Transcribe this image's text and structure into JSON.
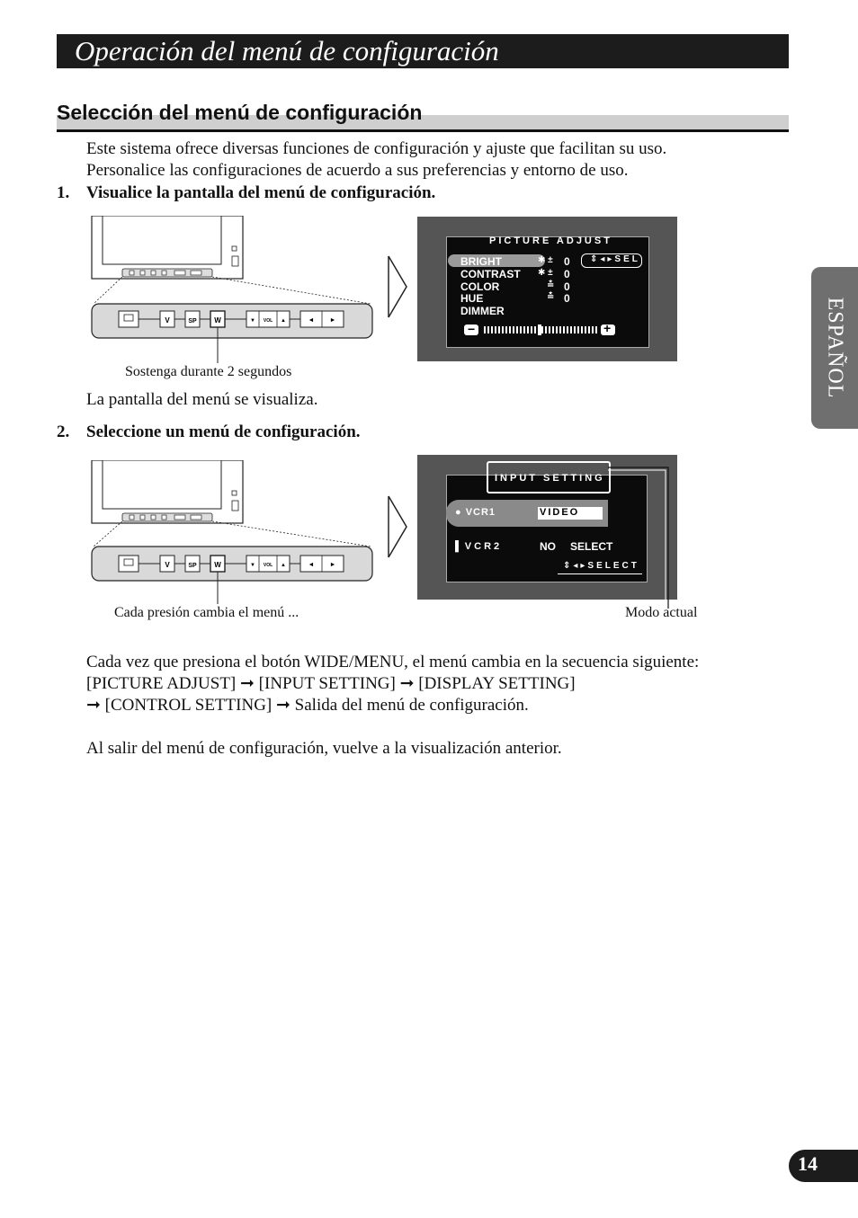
{
  "header": {
    "title": "Operación del menú de configuración"
  },
  "section": {
    "heading": "Selección del menú de configuración"
  },
  "intro": {
    "line1": "Este sistema ofrece diversas funciones de configuración y ajuste que facilitan su uso.",
    "line2": "Personalice las configuraciones de acuerdo a sus preferencias y entorno de uso."
  },
  "step1": {
    "number": "1.",
    "text": "Visualice la pantalla del menú de configuración.",
    "caption": "Sostenga durante 2 segundos",
    "result": "La pantalla del menú se visualiza."
  },
  "step2": {
    "number": "2.",
    "text": "Seleccione un menú de configuración.",
    "caption_left": "Cada presión cambia el menú ...",
    "caption_right": "Modo actual"
  },
  "body": {
    "seq1": "Cada vez que presiona el botón WIDE/MENU, el menú cambia en la secuencia siguiente:",
    "seq2": "[PICTURE ADJUST] ➞ [INPUT SETTING] ➞ [DISPLAY SETTING]",
    "seq3": "➞ [CONTROL SETTING] ➞ Salida del menú de configuración.",
    "exit": "Al salir del menú de configuración, vuelve a la visualización anterior."
  },
  "side_tab": "ESPAÑOL",
  "page_number": "14",
  "control_panel": {
    "btn_v": "V",
    "btn_sp": "SP",
    "btn_w": "W",
    "btn_vol_down": "▼",
    "btn_vol": "VOL",
    "btn_vol_up": "▲",
    "btn_left": "◄",
    "btn_right": "►"
  },
  "osd_picture": {
    "title": "PICTURE ADJUST",
    "items": [
      "BRIGHT",
      "CONTRAST",
      "COLOR",
      "HUE",
      "DIMMER"
    ],
    "value": "0",
    "sel": "SEL",
    "minus": "−",
    "plus": "+"
  },
  "osd_input": {
    "title": "INPUT SETTING",
    "vcr1": "VCR1",
    "vcr1_value": "VIDEO",
    "vcr2": "VCR2",
    "vcr2_value": "NO",
    "vcr2_select": "SELECT",
    "select": "SELECT"
  }
}
